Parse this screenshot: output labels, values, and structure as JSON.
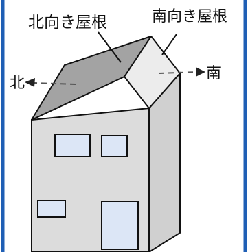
{
  "labels": {
    "north_roof": "北向き屋根",
    "south_roof": "南向き屋根",
    "north": "北",
    "south": "南"
  },
  "colors": {
    "frame_border": "#1f5fb5",
    "north_roof": "#a3a3a3",
    "south_roof": "#ececec",
    "front_wall": "#dcdcdc",
    "side_wall": "#d0d0d0",
    "window": "#dce6f6",
    "outline": "#111111",
    "dashed_arrow": "#555555"
  },
  "icons": {
    "north_arrow": "arrow-left-icon",
    "south_arrow": "arrow-right-icon"
  }
}
